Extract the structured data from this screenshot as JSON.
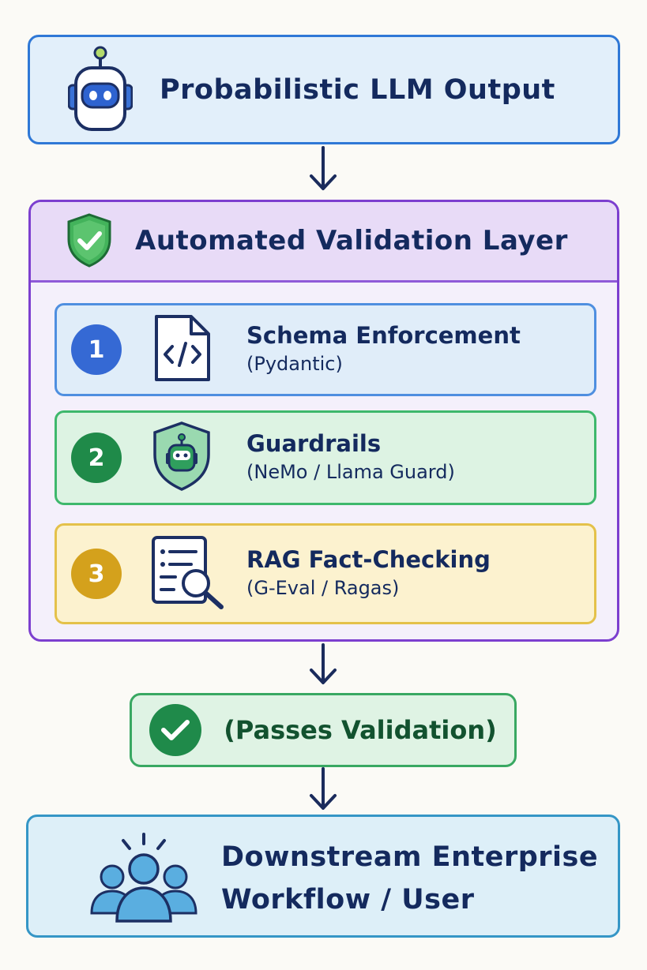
{
  "top": {
    "title": "Probabilistic LLM Output",
    "icon": "robot-icon"
  },
  "validation": {
    "title": "Automated Validation Layer",
    "icon": "shield-check-icon",
    "steps": [
      {
        "number": "1",
        "title": "Schema Enforcement",
        "subtitle": "(Pydantic)",
        "icon": "code-file-icon",
        "color": "#3569d4"
      },
      {
        "number": "2",
        "title": "Guardrails",
        "subtitle": "(NeMo / Llama Guard)",
        "icon": "shield-robot-icon",
        "color": "#1f8a49"
      },
      {
        "number": "3",
        "title": "RAG Fact-Checking",
        "subtitle": "(G-Eval / Ragas)",
        "icon": "document-search-icon",
        "color": "#d4a11c"
      }
    ]
  },
  "passes": {
    "label": "(Passes Validation)",
    "icon": "check-circle-icon"
  },
  "bottom": {
    "title_line1": "Downstream Enterprise",
    "title_line2": "Workflow / User",
    "icon": "users-icon"
  },
  "colors": {
    "blue": "#2f78d6",
    "purple": "#7c3fcf",
    "green": "#39a862",
    "yellow": "#e4c14a",
    "teal": "#3596c6"
  }
}
